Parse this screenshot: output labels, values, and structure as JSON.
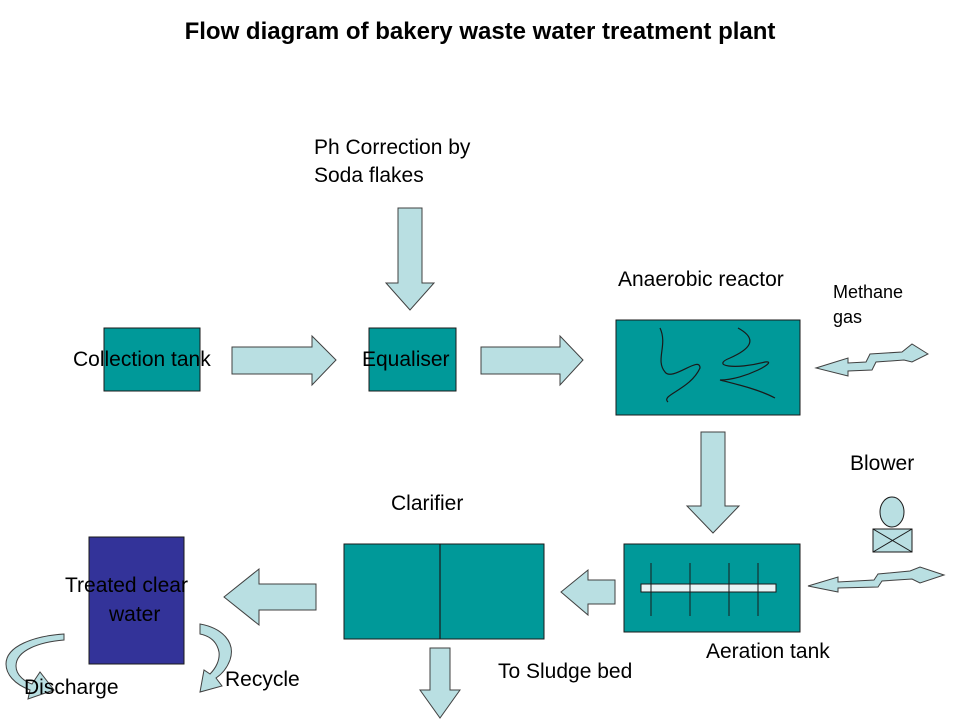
{
  "title": "Flow diagram of bakery waste water treatment plant",
  "colors": {
    "unit_fill": "#009999",
    "treated_fill": "#333399",
    "arrow_fill": "#b9dfe2",
    "outline": "#1a1a1a"
  },
  "labels": {
    "ph_line1": "Ph Correction by",
    "ph_line2": "Soda flakes",
    "collection_tank": "Collection tank",
    "equaliser": "Equaliser",
    "anaerobic_reactor": "Anaerobic reactor",
    "methane_line1": "Methane",
    "methane_line2": "gas",
    "blower": "Blower",
    "clarifier": "Clarifier",
    "aeration_tank": "Aeration tank",
    "to_sludge_bed": "To Sludge bed",
    "treated_line1": "Treated clear",
    "treated_line2": "water",
    "discharge": "Discharge",
    "recycle": "Recycle"
  },
  "icons": {
    "blower": "blower-icon",
    "methane": "methane-outlet-arrow-icon",
    "air": "air-inlet-arrow-icon",
    "discharge": "discharge-curved-arrow-icon",
    "recycle": "recycle-curved-arrow-icon"
  }
}
